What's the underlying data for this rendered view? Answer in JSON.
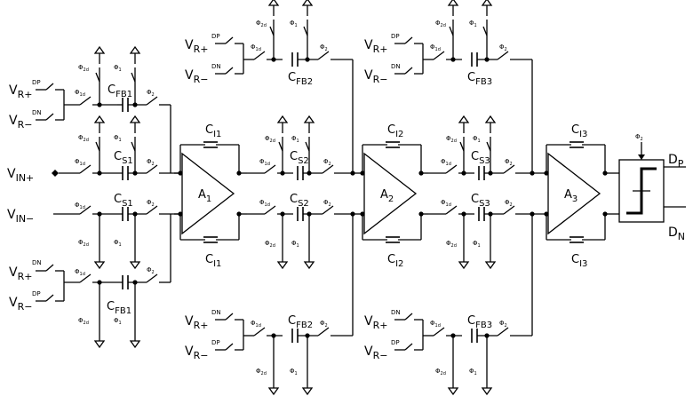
{
  "phi": {
    "p1": "Φ1",
    "p1d": "Φ1d",
    "p2": "Φ2",
    "p2d": "Φ2d"
  },
  "refs": {
    "vrp": "VR+",
    "vrm": "VR−",
    "dp": "DP",
    "dn": "DN"
  },
  "inputs": {
    "vinp": "VIN+",
    "vinm": "VIN−"
  },
  "caps": {
    "cfb1": "CFB1",
    "cs1": "CS1",
    "ci1": "CI1",
    "cfb2": "CFB2",
    "cs2": "CS2",
    "ci2": "CI2",
    "cfb3": "CFB3",
    "cs3": "CS3",
    "ci3": "CI3"
  },
  "amps": {
    "a1": "A1",
    "a2": "A2",
    "a3": "A3"
  },
  "outputs": {
    "dp": "DP",
    "dn": "DN"
  }
}
